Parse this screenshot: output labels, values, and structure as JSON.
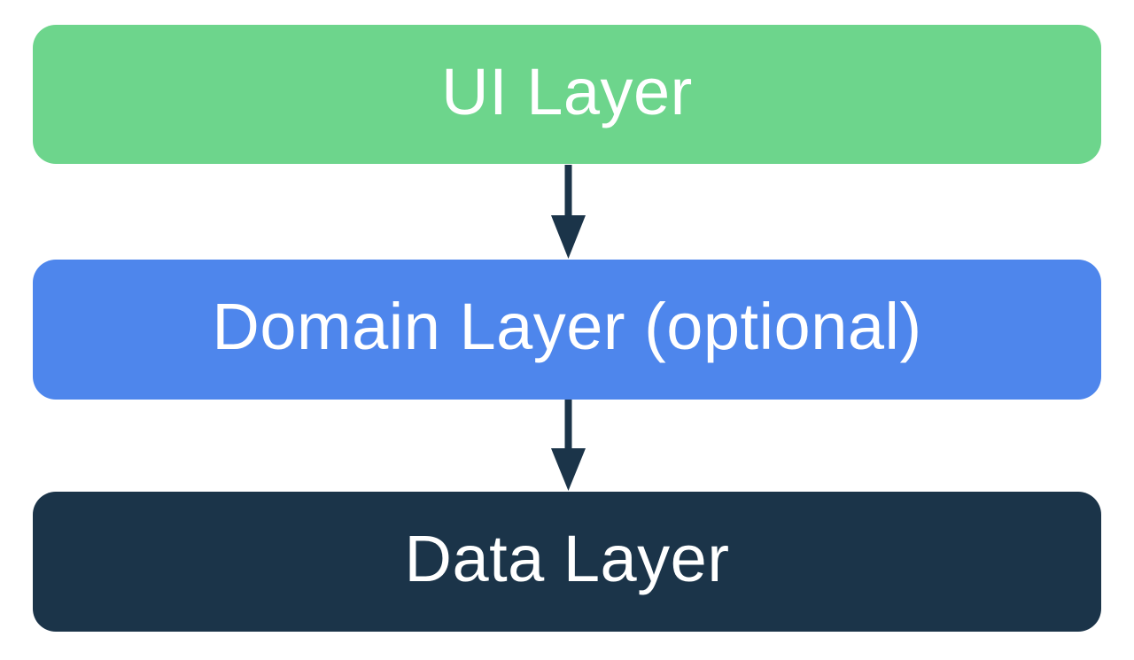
{
  "diagram": {
    "background_color": "#ffffff",
    "arrow_color": "#1b3449",
    "layers": [
      {
        "id": "ui",
        "label": "UI Layer",
        "color": "#6dd58c",
        "text_color": "#ffffff"
      },
      {
        "id": "domain",
        "label": "Domain Layer (optional)",
        "color": "#4e86ec",
        "text_color": "#ffffff"
      },
      {
        "id": "data",
        "label": "Data Layer",
        "color": "#1b3449",
        "text_color": "#ffffff"
      }
    ],
    "arrows": [
      {
        "from": "ui",
        "to": "domain",
        "direction": "down"
      },
      {
        "from": "domain",
        "to": "data",
        "direction": "down"
      }
    ]
  }
}
